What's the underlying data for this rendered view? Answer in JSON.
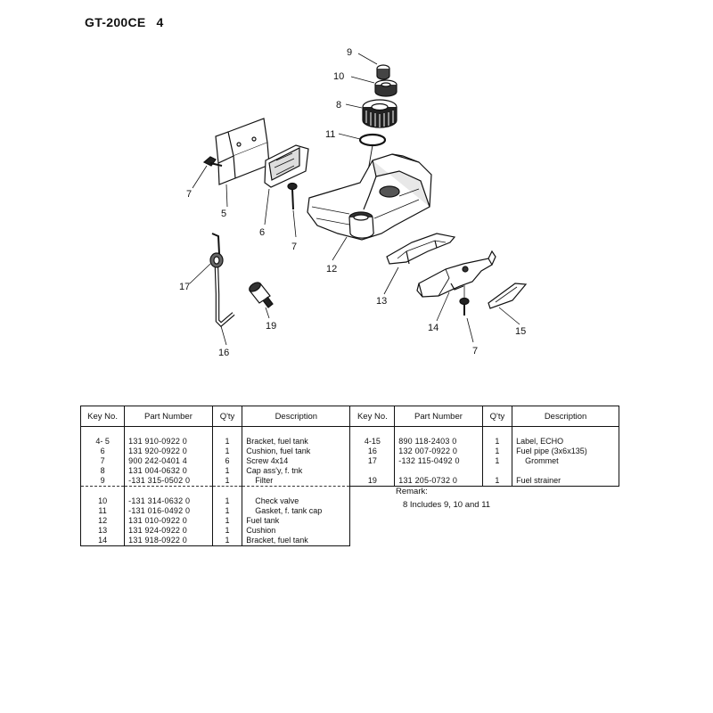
{
  "header": {
    "model": "GT-200CE",
    "page": "4"
  },
  "callouts": [
    "9",
    "10",
    "8",
    "11",
    "7",
    "5",
    "6",
    "7",
    "12",
    "17",
    "19",
    "16",
    "13",
    "14",
    "7",
    "15"
  ],
  "table": {
    "headers": [
      "Key No.",
      "Part Number",
      "Q'ty",
      "Description",
      "Key No.",
      "Part Number",
      "Q'ty",
      "Description"
    ],
    "left_group1": [
      {
        "key": "4- 5",
        "part": "131  910-0922  0",
        "qty": "1",
        "desc": "Bracket, fuel tank"
      },
      {
        "key": "6",
        "part": "131  920-0922  0",
        "qty": "1",
        "desc": "Cushion, fuel tank"
      },
      {
        "key": "7",
        "part": "900  242-0401  4",
        "qty": "6",
        "desc": "Screw 4x14"
      },
      {
        "key": "8",
        "part": "131  004-0632  0",
        "qty": "1",
        "desc": "Cap ass'y, f. tnk"
      },
      {
        "key": "9",
        "part": "-131  315-0502  0",
        "qty": "1",
        "desc": "Filter"
      }
    ],
    "left_group2": [
      {
        "key": "10",
        "part": "-131  314-0632  0",
        "qty": "1",
        "desc": "Check valve"
      },
      {
        "key": "11",
        "part": "-131  016-0492  0",
        "qty": "1",
        "desc": "Gasket, f. tank cap"
      },
      {
        "key": "12",
        "part": "131  010-0922  0",
        "qty": "1",
        "desc": "Fuel tank"
      },
      {
        "key": "13",
        "part": "131  924-0922  0",
        "qty": "1",
        "desc": "Cushion"
      },
      {
        "key": "14",
        "part": "131  918-0922  0",
        "qty": "1",
        "desc": "Bracket, fuel tank"
      }
    ],
    "right_rows": [
      {
        "key": "4-15",
        "part": "890  118-2403  0",
        "qty": "1",
        "desc": "Label, ECHO"
      },
      {
        "key": "16",
        "part": "132  007-0922  0",
        "qty": "1",
        "desc": "Fuel pipe (3x6x135)"
      },
      {
        "key": "17",
        "part": "-132  115-0492  0",
        "qty": "1",
        "desc": "Grommet"
      },
      {
        "key": "",
        "part": "",
        "qty": "",
        "desc": ""
      },
      {
        "key": "19",
        "part": "131  205-0732  0",
        "qty": "1",
        "desc": "Fuel strainer"
      }
    ]
  },
  "remark": {
    "title": "Remark:",
    "text": "8  Includes 9, 10 and 11"
  }
}
